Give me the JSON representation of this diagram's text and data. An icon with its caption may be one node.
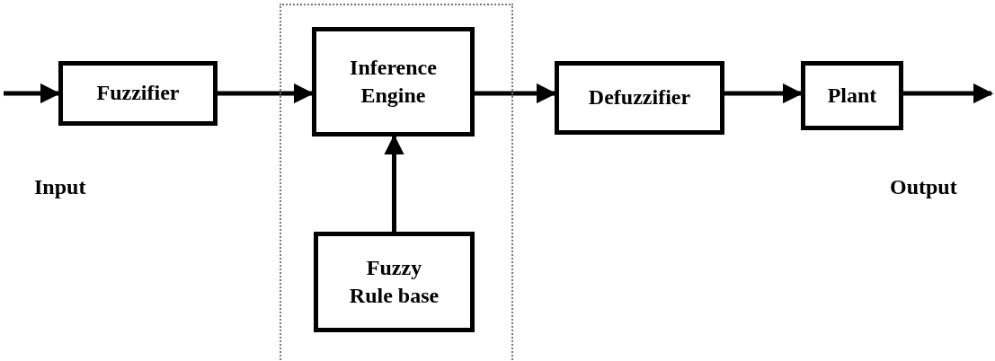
{
  "diagram": {
    "nodes": [
      {
        "text": [
          "Fuzzifier"
        ]
      },
      {
        "text": [],
        "shape": "box"
      },
      {
        "text": [
          "Inference Engine"
        ],
        "in": 1
      },
      {
        "text": [
          "Fuzzy Rule base"
        ],
        "in": 1
      },
      {
        "text": [
          "Defuzzifier"
        ]
      },
      {
        "text": [
          "Plant"
        ]
      }
    ],
    "edges": [
      {
        "from": null,
        "to": 0,
        "arrow": "to"
      },
      {
        "from": 0,
        "to": 2,
        "arrow": "to"
      },
      {
        "from": 3,
        "to": 2,
        "arrow": "to"
      },
      {
        "from": 2,
        "to": 4,
        "arrow": "to"
      },
      {
        "from": 4,
        "to": 5,
        "arrow": "to"
      },
      {
        "from": 5,
        "to": null,
        "arrow": "to"
      }
    ],
    "labels": [
      "Input",
      "Output"
    ]
  }
}
